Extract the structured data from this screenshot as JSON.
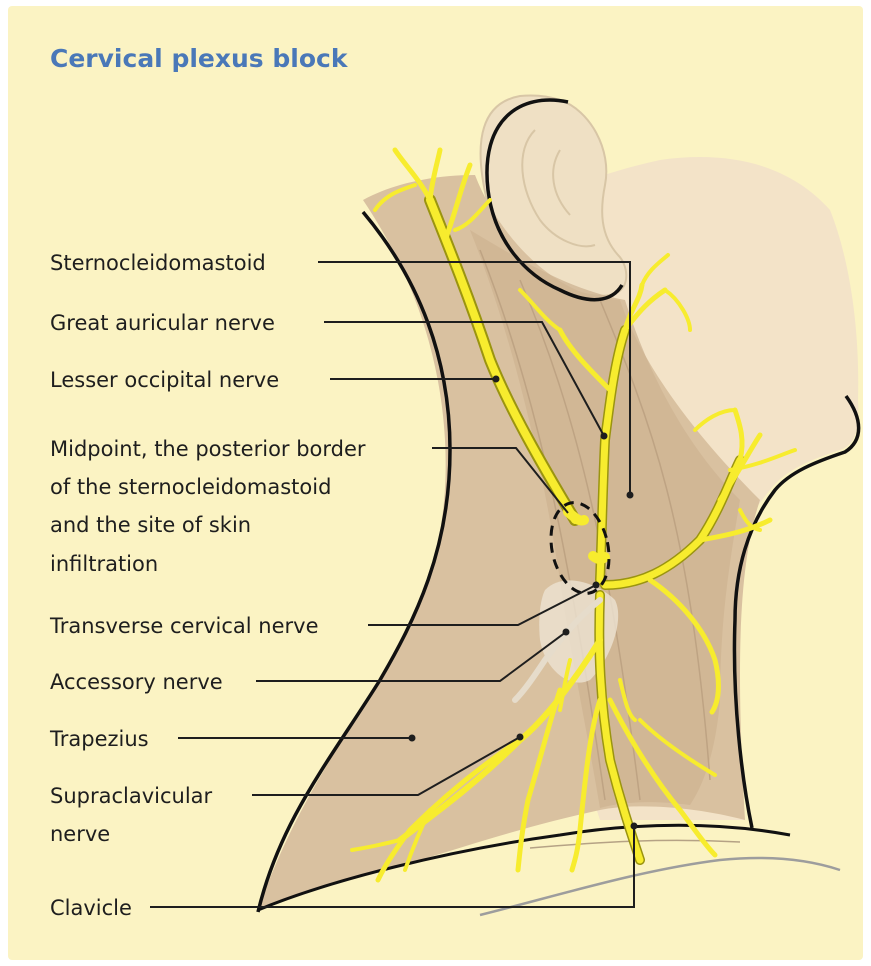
{
  "title": "Cervical plexus block",
  "labels": {
    "sternocleidomastoid": "Sternocleidomastoid",
    "great_auricular_nerve": "Great auricular nerve",
    "lesser_occipital_nerve": "Lesser occipital nerve",
    "midpoint": [
      "Midpoint, the posterior border",
      "of the sternocleidomastoid",
      "and the site of skin",
      "infiltration"
    ],
    "transverse_cervical_nerve": "Transverse cervical nerve",
    "accessory_nerve": "Accessory nerve",
    "trapezius": "Trapezius",
    "supraclavicular_nerve": [
      "Supraclavicular",
      "nerve"
    ],
    "clavicle": "Clavicle"
  },
  "colors": {
    "background": "#fbf3c3",
    "neck_skin": "#d9c1a0",
    "sternocleidomastoid": "#cdb392",
    "face_skin": "#f3e3c8",
    "nerve": "#f7ec2e",
    "nerve_outline": "#9a9410",
    "outline": "#111111",
    "title": "#4a78b8"
  }
}
